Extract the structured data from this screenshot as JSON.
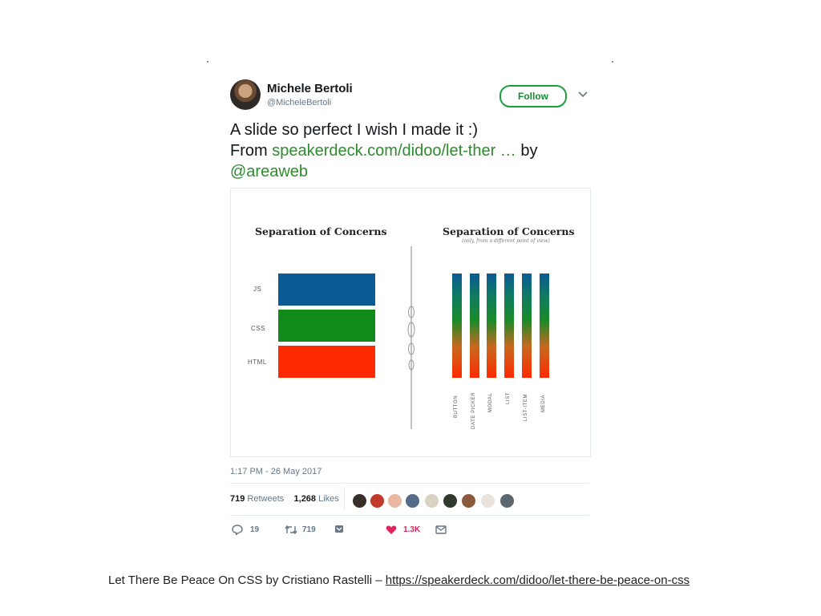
{
  "tweet": {
    "user_name": "Michele Bertoli",
    "handle": "@MicheleBertoli",
    "follow_label": "Follow",
    "text_line1": "A slide so perfect I wish I made it :)",
    "text_line2_prefix": "From ",
    "text_link": "speakerdeck.com/didoo/let-ther …",
    "text_line2_suffix": " by",
    "text_mention": "@areaweb",
    "timestamp": "1:17 PM - 26 May 2017",
    "retweets_count": "719",
    "retweets_label": "Retweets",
    "likes_count": "1,268",
    "likes_label": "Likes",
    "reply_count": "19",
    "retweet_action_count": "719",
    "like_action_count": "1.3K"
  },
  "slide": {
    "left_title": "Separation of Concerns",
    "right_title": "Separation of Concerns",
    "right_subtitle": "(only, from a different point of view)",
    "layers": [
      "JS",
      "CSS",
      "HTML"
    ],
    "layer_colors": [
      "#0b5a95",
      "#1a8a1e",
      "#ff2a00"
    ],
    "components": [
      "BUTTON",
      "DATE PICKER",
      "MODAL",
      "LIST",
      "LIST-ITEM",
      "MEDIA"
    ]
  },
  "caption": {
    "text": "Let There Be Peace On CSS by Cristiano Rastelli – ",
    "link": "https://speakerdeck.com/didoo/let-there-be-peace-on-css"
  },
  "colors": {
    "follow_green": "#1da03c",
    "link_green": "#2e8b2e",
    "like_pink": "#e0245e"
  },
  "icons": [
    "chevron-down-icon",
    "reply-icon",
    "retweet-icon",
    "dm-icon",
    "heart-icon",
    "mail-icon"
  ]
}
